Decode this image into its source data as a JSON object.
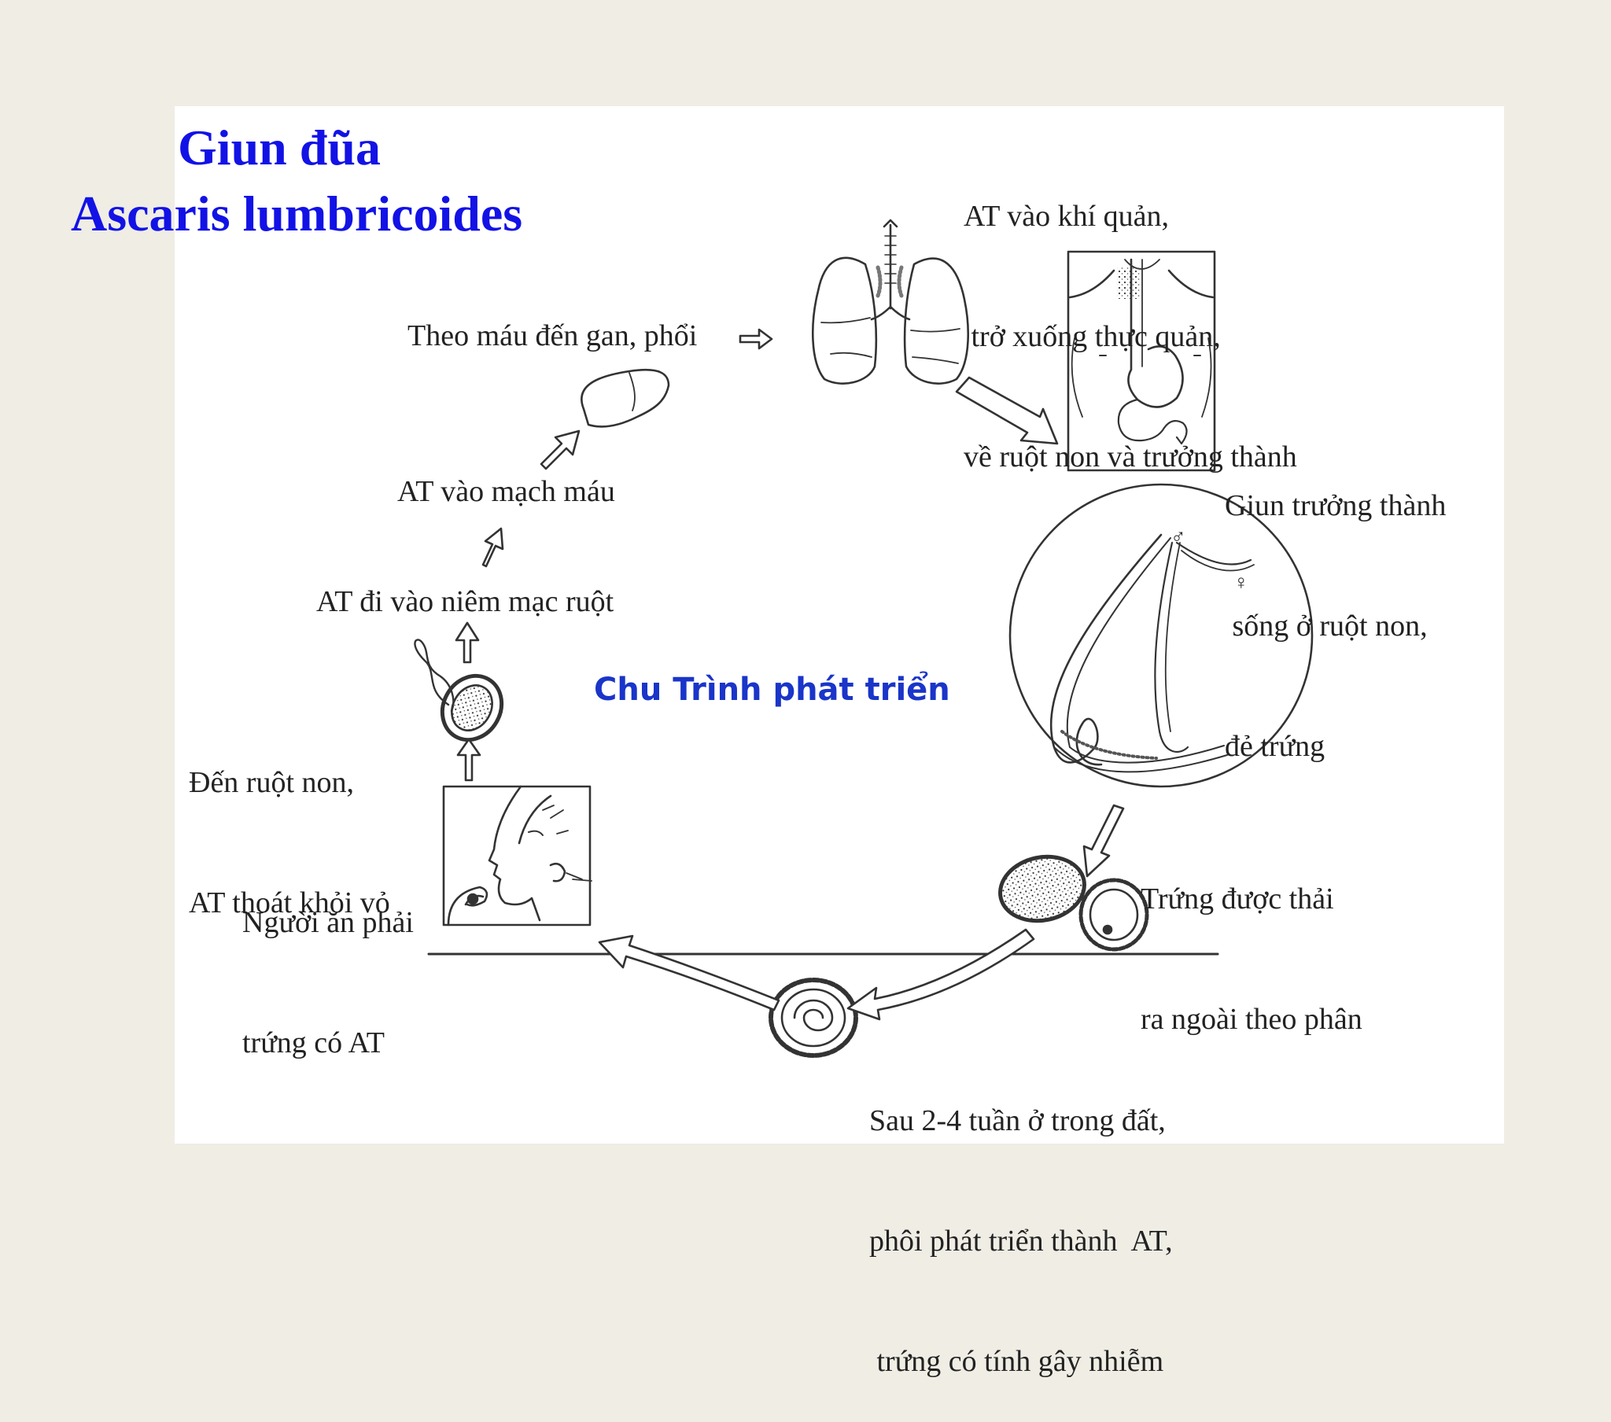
{
  "title": {
    "line1": "Giun đũa",
    "line2": "Ascaris lumbricoides"
  },
  "caption": "Chu Trình phát triển",
  "steps": {
    "trachea": [
      "AT vào khí quản,",
      " trở xuống thực quản,",
      "về ruột non và trưởng thành"
    ],
    "adult": [
      "Giun trưởng thành",
      " sống ở ruột non,",
      "đẻ trứng"
    ],
    "eggs_out": [
      "Trứng được thải",
      "ra ngoài theo phân"
    ],
    "soil": [
      "Sau 2-4 tuần ở trong đất,",
      "phôi phát triển thành  AT,",
      " trứng có tính gây nhiễm"
    ],
    "ingest": [
      "Người ăn phải",
      "trứng có AT"
    ],
    "hatch": [
      "Đến ruột non,",
      "AT thoát khỏi vỏ"
    ],
    "mucosa": "AT đi vào niêm mạc ruột",
    "blood": "AT vào mạch máu",
    "liver_lung": "Theo máu đến gan, phổi"
  },
  "symbols": {
    "male": "♂",
    "female": "♀"
  },
  "colors": {
    "title": "#1212e6",
    "caption": "#1a35c9",
    "slide_background": "#efede4",
    "panel": "#ffffff",
    "ink": "#222222"
  }
}
